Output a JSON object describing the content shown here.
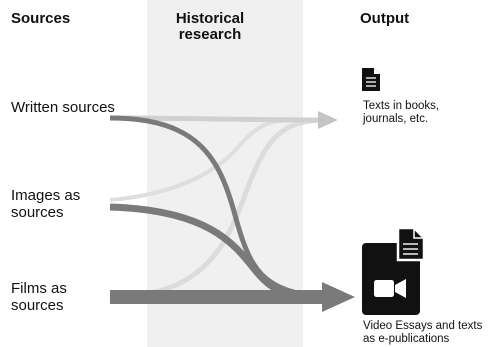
{
  "headers": {
    "sources": "Sources",
    "historical_research": "Historical research",
    "output": "Output"
  },
  "sources": [
    {
      "label": "Written sources"
    },
    {
      "label": "Images as sources"
    },
    {
      "label": "Films as sources"
    }
  ],
  "outputs": [
    {
      "label": "Texts in books, journals, etc.",
      "icon": "document-icon"
    },
    {
      "label": "Video Essays and texts as e-publications",
      "icon": "video-document-icon"
    }
  ],
  "colors": {
    "band": "#f0f0f0",
    "arrow_dark": "#7a7a7a",
    "arrow_light": "#c8c8c8",
    "icon": "#111111"
  }
}
